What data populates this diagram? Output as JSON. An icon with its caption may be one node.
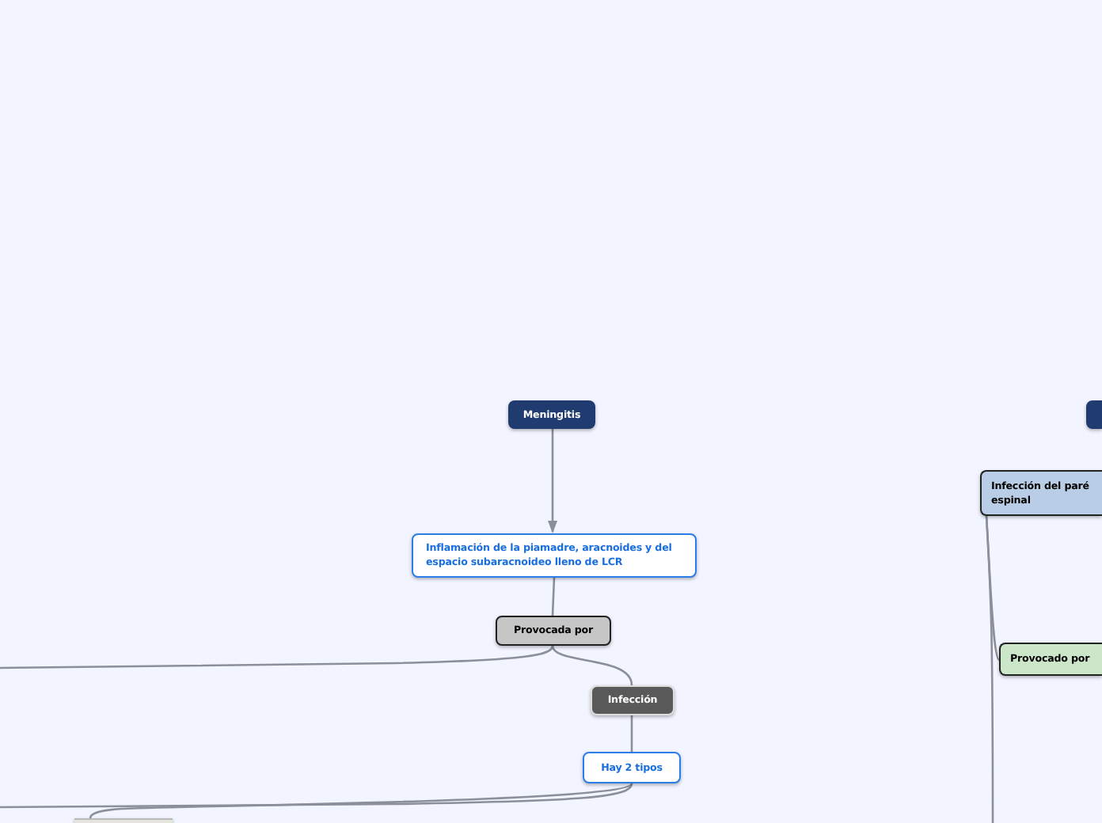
{
  "diagram": {
    "nodes": [
      {
        "text": [
          "Meningitis"
        ]
      },
      {
        "text": [
          "Inflamación de la piamadre, aracnoides y del espacio subaracnoideo lleno de LCR"
        ]
      },
      {
        "text": [
          "Provocada por"
        ]
      },
      {
        "text": [
          "Infección"
        ]
      },
      {
        "text": [
          "Hay 2 tipos"
        ]
      },
      {
        "text": [],
        "shape": "box"
      },
      {
        "text": [],
        "shape": "box"
      },
      {
        "text": [
          "Infección del paré espinal"
        ]
      },
      {
        "text": [
          "Provocado por"
        ]
      }
    ],
    "edges": [
      {
        "from": 0,
        "to": 1,
        "arrow": "to"
      },
      {
        "from": 1,
        "to": 2,
        "arrow": "none"
      },
      {
        "from": 2,
        "to": null,
        "arrow": "none"
      },
      {
        "from": 2,
        "to": 3,
        "arrow": "none"
      },
      {
        "from": 3,
        "to": 4,
        "arrow": "none"
      },
      {
        "from": 4,
        "to": null,
        "arrow": "none"
      },
      {
        "from": 4,
        "to": 5,
        "arrow": "none"
      },
      {
        "from": 7,
        "to": 8,
        "arrow": "none"
      },
      {
        "from": 7,
        "to": null,
        "arrow": "none"
      }
    ]
  }
}
